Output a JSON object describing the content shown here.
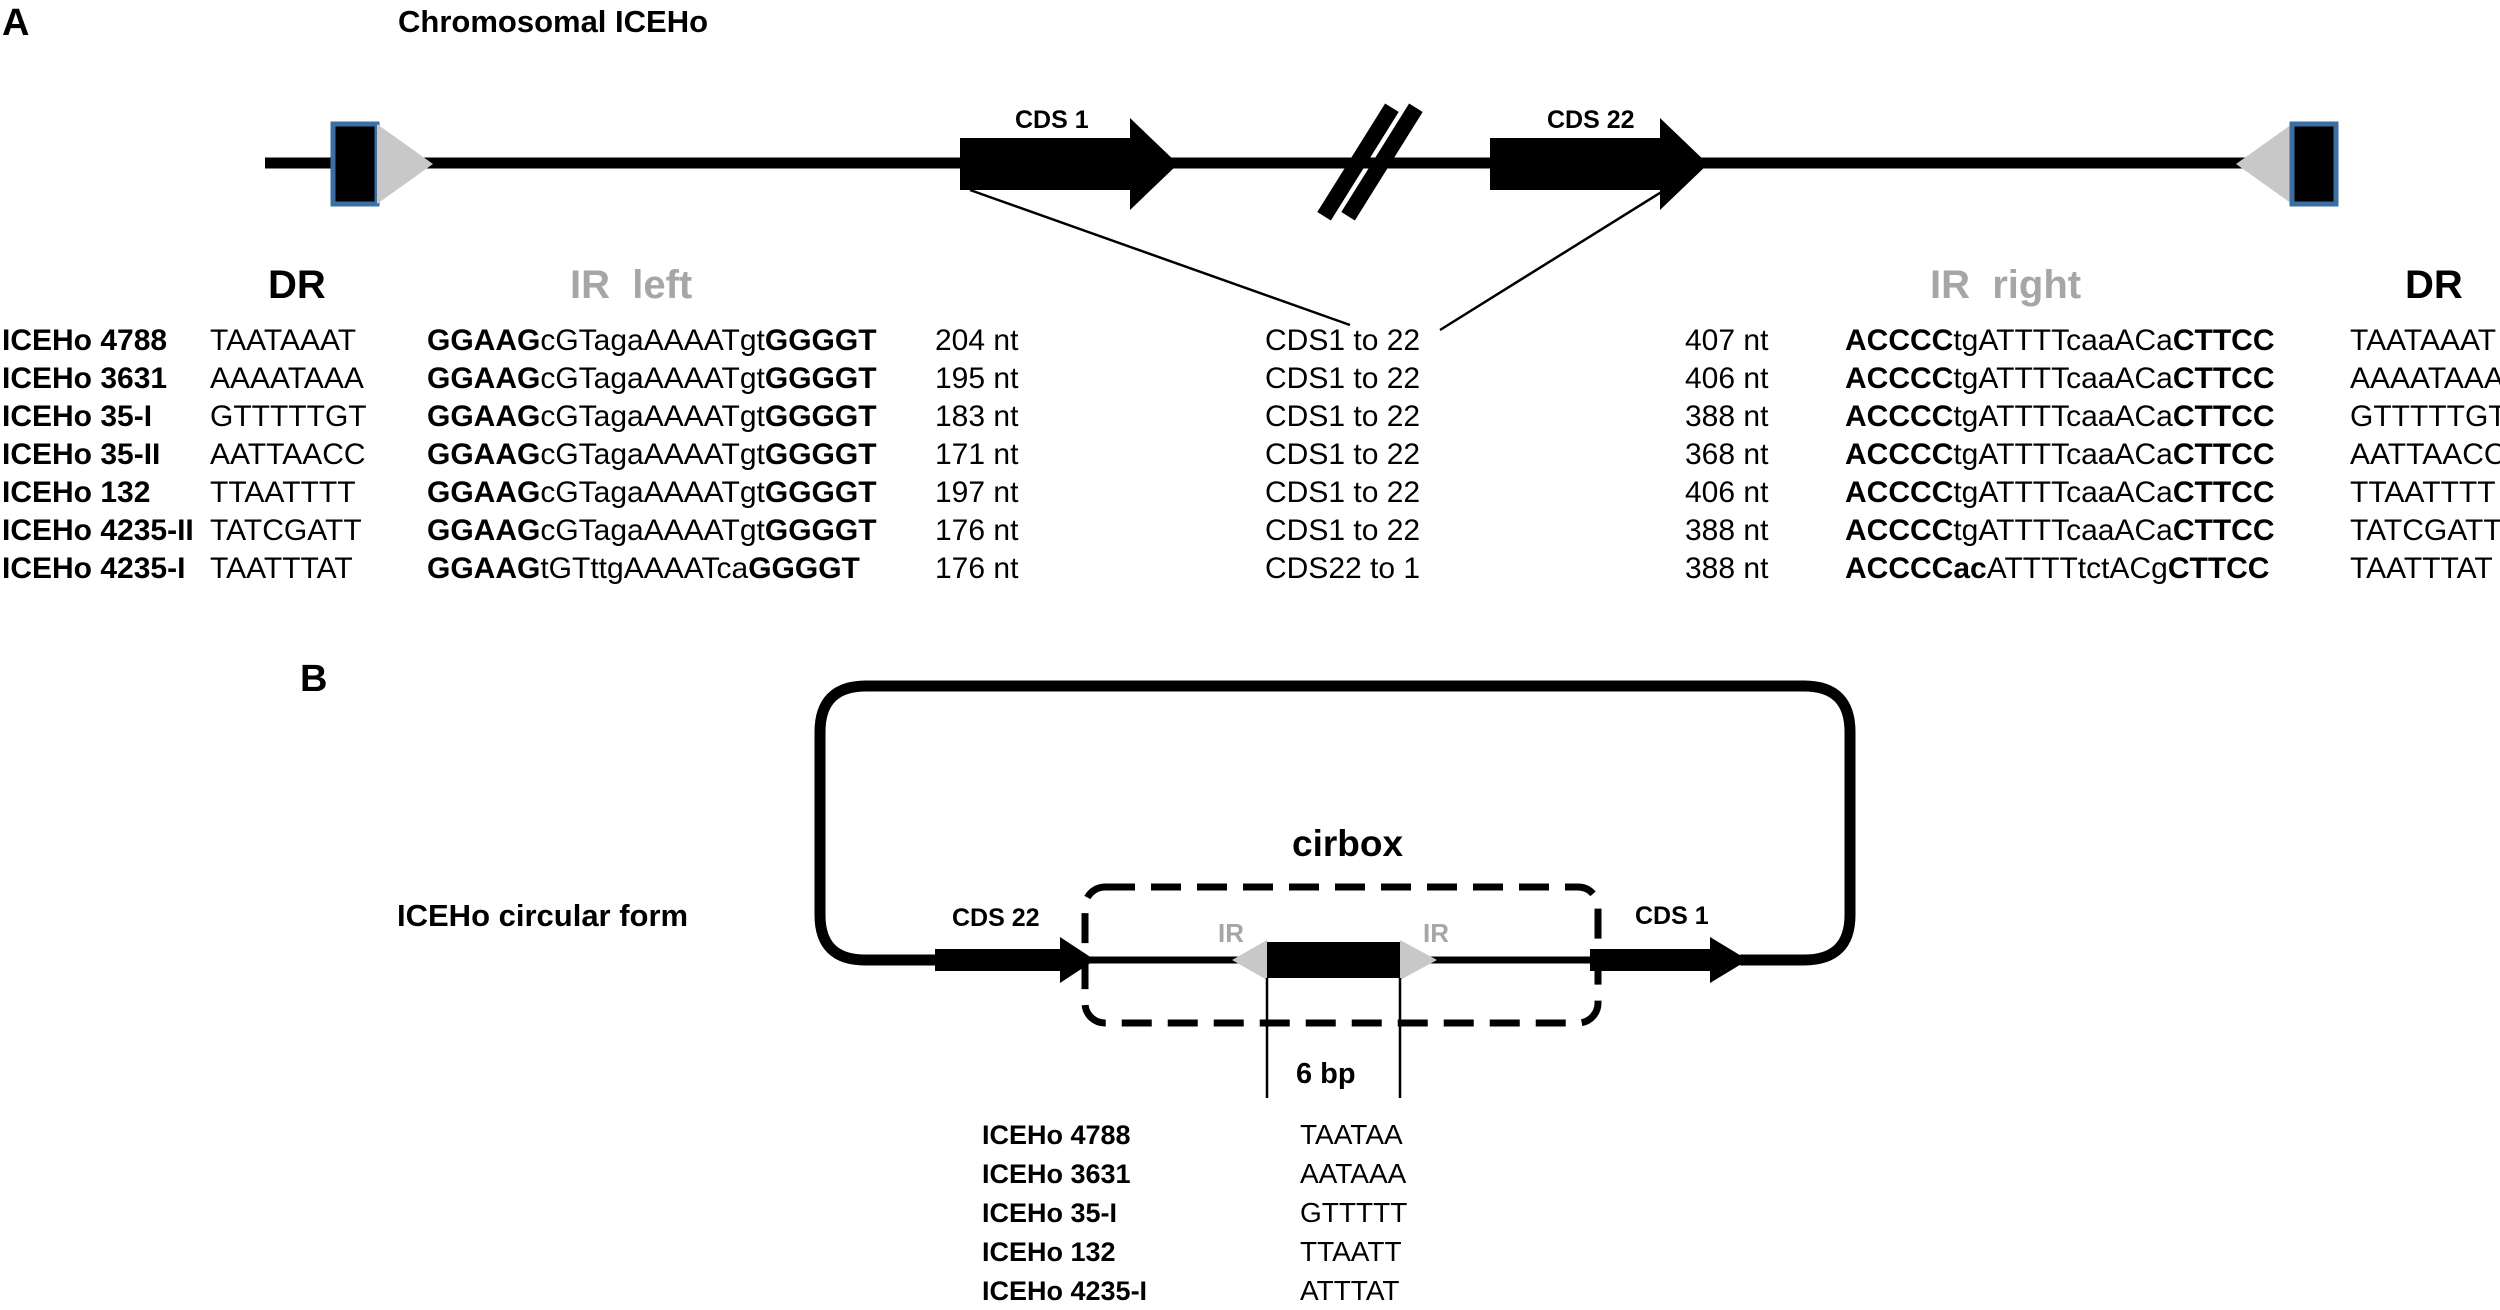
{
  "panel_a": {
    "label": "A",
    "title": "Chromosomal ICEHo",
    "cds_left": "CDS 1",
    "cds_right": "CDS 22",
    "headers": {
      "dr_left": "DR",
      "ir_left": "IR  left",
      "ir_right": "IR  right",
      "dr_right": "DR"
    },
    "rows": [
      {
        "name": "ICEHo 4788",
        "dr": "TAATAAAT",
        "ir_left": [
          [
            "GGAAG",
            true
          ],
          [
            "cGTagaAAAATgt",
            false
          ],
          [
            "GGGGT",
            true
          ]
        ],
        "left_len": "204 nt",
        "cds": "CDS1 to 22",
        "right_len": "407 nt",
        "ir_right": [
          [
            "ACCCC",
            true
          ],
          [
            "tgATTTTcaaACa",
            false
          ],
          [
            "CTTCC",
            true
          ]
        ],
        "dr_right": "TAATAAAT"
      },
      {
        "name": "ICEHo 3631",
        "dr": "AAAATAAA",
        "ir_left": [
          [
            "GGAAG",
            true
          ],
          [
            "cGTagaAAAATgt",
            false
          ],
          [
            "GGGGT",
            true
          ]
        ],
        "left_len": "195 nt",
        "cds": "CDS1 to 22",
        "right_len": "406 nt",
        "ir_right": [
          [
            "ACCCC",
            true
          ],
          [
            "tgATTTTcaaACa",
            false
          ],
          [
            "CTTCC",
            true
          ]
        ],
        "dr_right": "AAAATAAA"
      },
      {
        "name": "ICEHo 35-I",
        "dr": "GTTTTTGT",
        "ir_left": [
          [
            "GGAAG",
            true
          ],
          [
            "cGTagaAAAATgt",
            false
          ],
          [
            "GGGGT",
            true
          ]
        ],
        "left_len": "183 nt",
        "cds": "CDS1 to 22",
        "right_len": "388 nt",
        "ir_right": [
          [
            "ACCCC",
            true
          ],
          [
            "tgATTTTcaaACa",
            false
          ],
          [
            "CTTCC",
            true
          ]
        ],
        "dr_right": "GTTTTTGT"
      },
      {
        "name": "ICEHo 35-II",
        "dr": "AATTAACC",
        "ir_left": [
          [
            "GGAAG",
            true
          ],
          [
            "cGTagaAAAATgt",
            false
          ],
          [
            "GGGGT",
            true
          ]
        ],
        "left_len": "171 nt",
        "cds": "CDS1 to 22",
        "right_len": "368 nt",
        "ir_right": [
          [
            "ACCCC",
            true
          ],
          [
            "tgATTTTcaaACa",
            false
          ],
          [
            "CTTCC",
            true
          ]
        ],
        "dr_right": "AATTAACC"
      },
      {
        "name": "ICEHo 132",
        "dr": "TTAATTTT",
        "ir_left": [
          [
            "GGAAG",
            true
          ],
          [
            "cGTagaAAAATgt",
            false
          ],
          [
            "GGGGT",
            true
          ]
        ],
        "left_len": "197 nt",
        "cds": "CDS1 to 22",
        "right_len": "406 nt",
        "ir_right": [
          [
            "ACCCC",
            true
          ],
          [
            "tgATTTTcaaACa",
            false
          ],
          [
            "CTTCC",
            true
          ]
        ],
        "dr_right": "TTAATTTT"
      },
      {
        "name": "ICEHo 4235-II",
        "dr": "TATCGATT",
        "ir_left": [
          [
            "GGAAG",
            true
          ],
          [
            "cGTagaAAAATgt",
            false
          ],
          [
            "GGGGT",
            true
          ]
        ],
        "left_len": "176 nt",
        "cds": "CDS1 to 22",
        "right_len": "388 nt",
        "ir_right": [
          [
            "ACCCC",
            true
          ],
          [
            "tgATTTTcaaACa",
            false
          ],
          [
            "CTTCC",
            true
          ]
        ],
        "dr_right": "TATCGATT"
      },
      {
        "name": "ICEHo 4235-I",
        "dr": "TAATTTAT",
        "ir_left": [
          [
            "GGAAG",
            true
          ],
          [
            "tGTttgAAAATca",
            false
          ],
          [
            "GGGGT",
            true
          ]
        ],
        "left_len": "176 nt",
        "cds": "CDS22 to 1",
        "right_len": "388 nt",
        "ir_right": [
          [
            "ACCCCac",
            true
          ],
          [
            "ATTTTtctACg",
            false
          ],
          [
            "CTTCC",
            true
          ]
        ],
        "dr_right": "TAATTTAT"
      }
    ]
  },
  "panel_b": {
    "label": "B",
    "title": "ICEHo circular form",
    "cirbox": "cirbox",
    "cds_left": "CDS 22",
    "cds_right": "CDS 1",
    "ir_left": "IR",
    "ir_right": "IR",
    "bp_label": "6 bp",
    "rows": [
      {
        "name": "ICEHo 4788",
        "seq": "TAATAA"
      },
      {
        "name": "ICEHo 3631",
        "seq": "AATAAA"
      },
      {
        "name": "ICEHo 35-I",
        "seq": "GTTTTT"
      },
      {
        "name": "ICEHo 132",
        "seq": "TTAATT"
      },
      {
        "name": "ICEHo 4235-I",
        "seq": "ATTTAT"
      }
    ]
  },
  "colors": {
    "main": "#000000",
    "ir": "#c8c8c8",
    "ir_text": "#a6a6a6",
    "dr_border": "#3b6fa3"
  }
}
